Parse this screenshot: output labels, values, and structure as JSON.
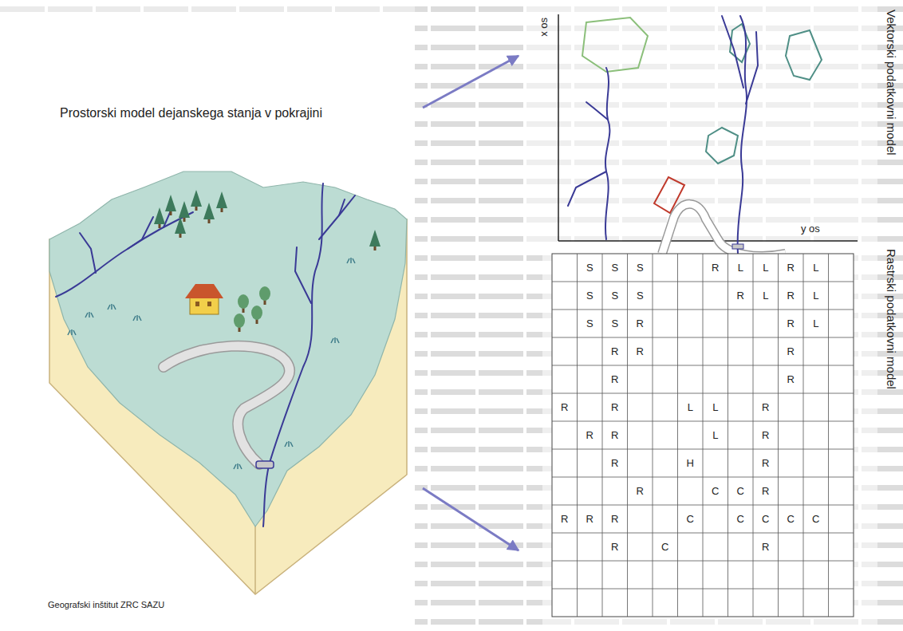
{
  "diagram": {
    "nodes": [
      {
        "text": [
          "Prostorski model dejanskega stanja v pokrajini"
        ]
      },
      {
        "text": [
          "Vektorski podatkovni model"
        ]
      },
      {
        "text": [
          "Rastrski podatkovni model"
        ]
      }
    ],
    "edges": [
      {
        "from": 0,
        "to": 1,
        "arrow": "to"
      },
      {
        "from": 0,
        "to": 2,
        "arrow": "to"
      }
    ],
    "labels": [
      "Geografski inštitut ZRC SAZU",
      "x os",
      "y os",
      "S",
      "S",
      "S",
      "R",
      "L",
      "L",
      "R",
      "L",
      "S",
      "S",
      "S",
      "R",
      "L",
      "R",
      "L",
      "S",
      "S",
      "R",
      "R",
      "L",
      "R",
      "R",
      "R",
      "R",
      "R",
      "R",
      "R",
      "L",
      "L",
      "R",
      "R",
      "R",
      "L",
      "R",
      "R",
      "H",
      "R",
      "R",
      "C",
      "C",
      "R",
      "R",
      "R",
      "R",
      "C",
      "C",
      "C",
      "C",
      "C",
      "R",
      "C",
      "R"
    ]
  }
}
